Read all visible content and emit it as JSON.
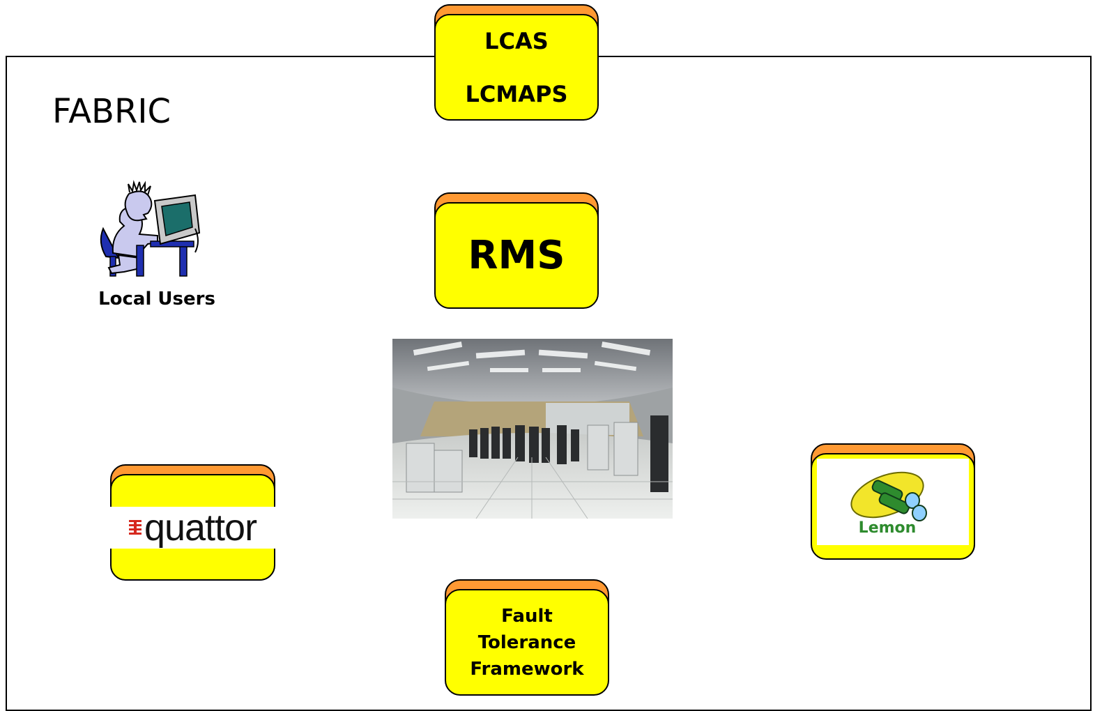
{
  "diagram": {
    "frame_label": "FABRIC",
    "nodes": {
      "lcas": {
        "line1": "LCAS",
        "line2": "LCMAPS"
      },
      "rms": {
        "label": "RMS"
      },
      "quattor": {
        "logo_text": "quattor"
      },
      "lemon": {
        "logo_text": "Lemon"
      },
      "ftf": {
        "line1": "Fault",
        "line2": "Tolerance",
        "line3": "Framework"
      }
    },
    "local_users": {
      "label": "Local Users"
    },
    "computer_room": {
      "image": "computer-center-photo"
    }
  },
  "colors": {
    "box_fill": "#ffff00",
    "box_back": "#ff9933",
    "border": "#000000",
    "lemon_green": "#2e8b2e"
  }
}
